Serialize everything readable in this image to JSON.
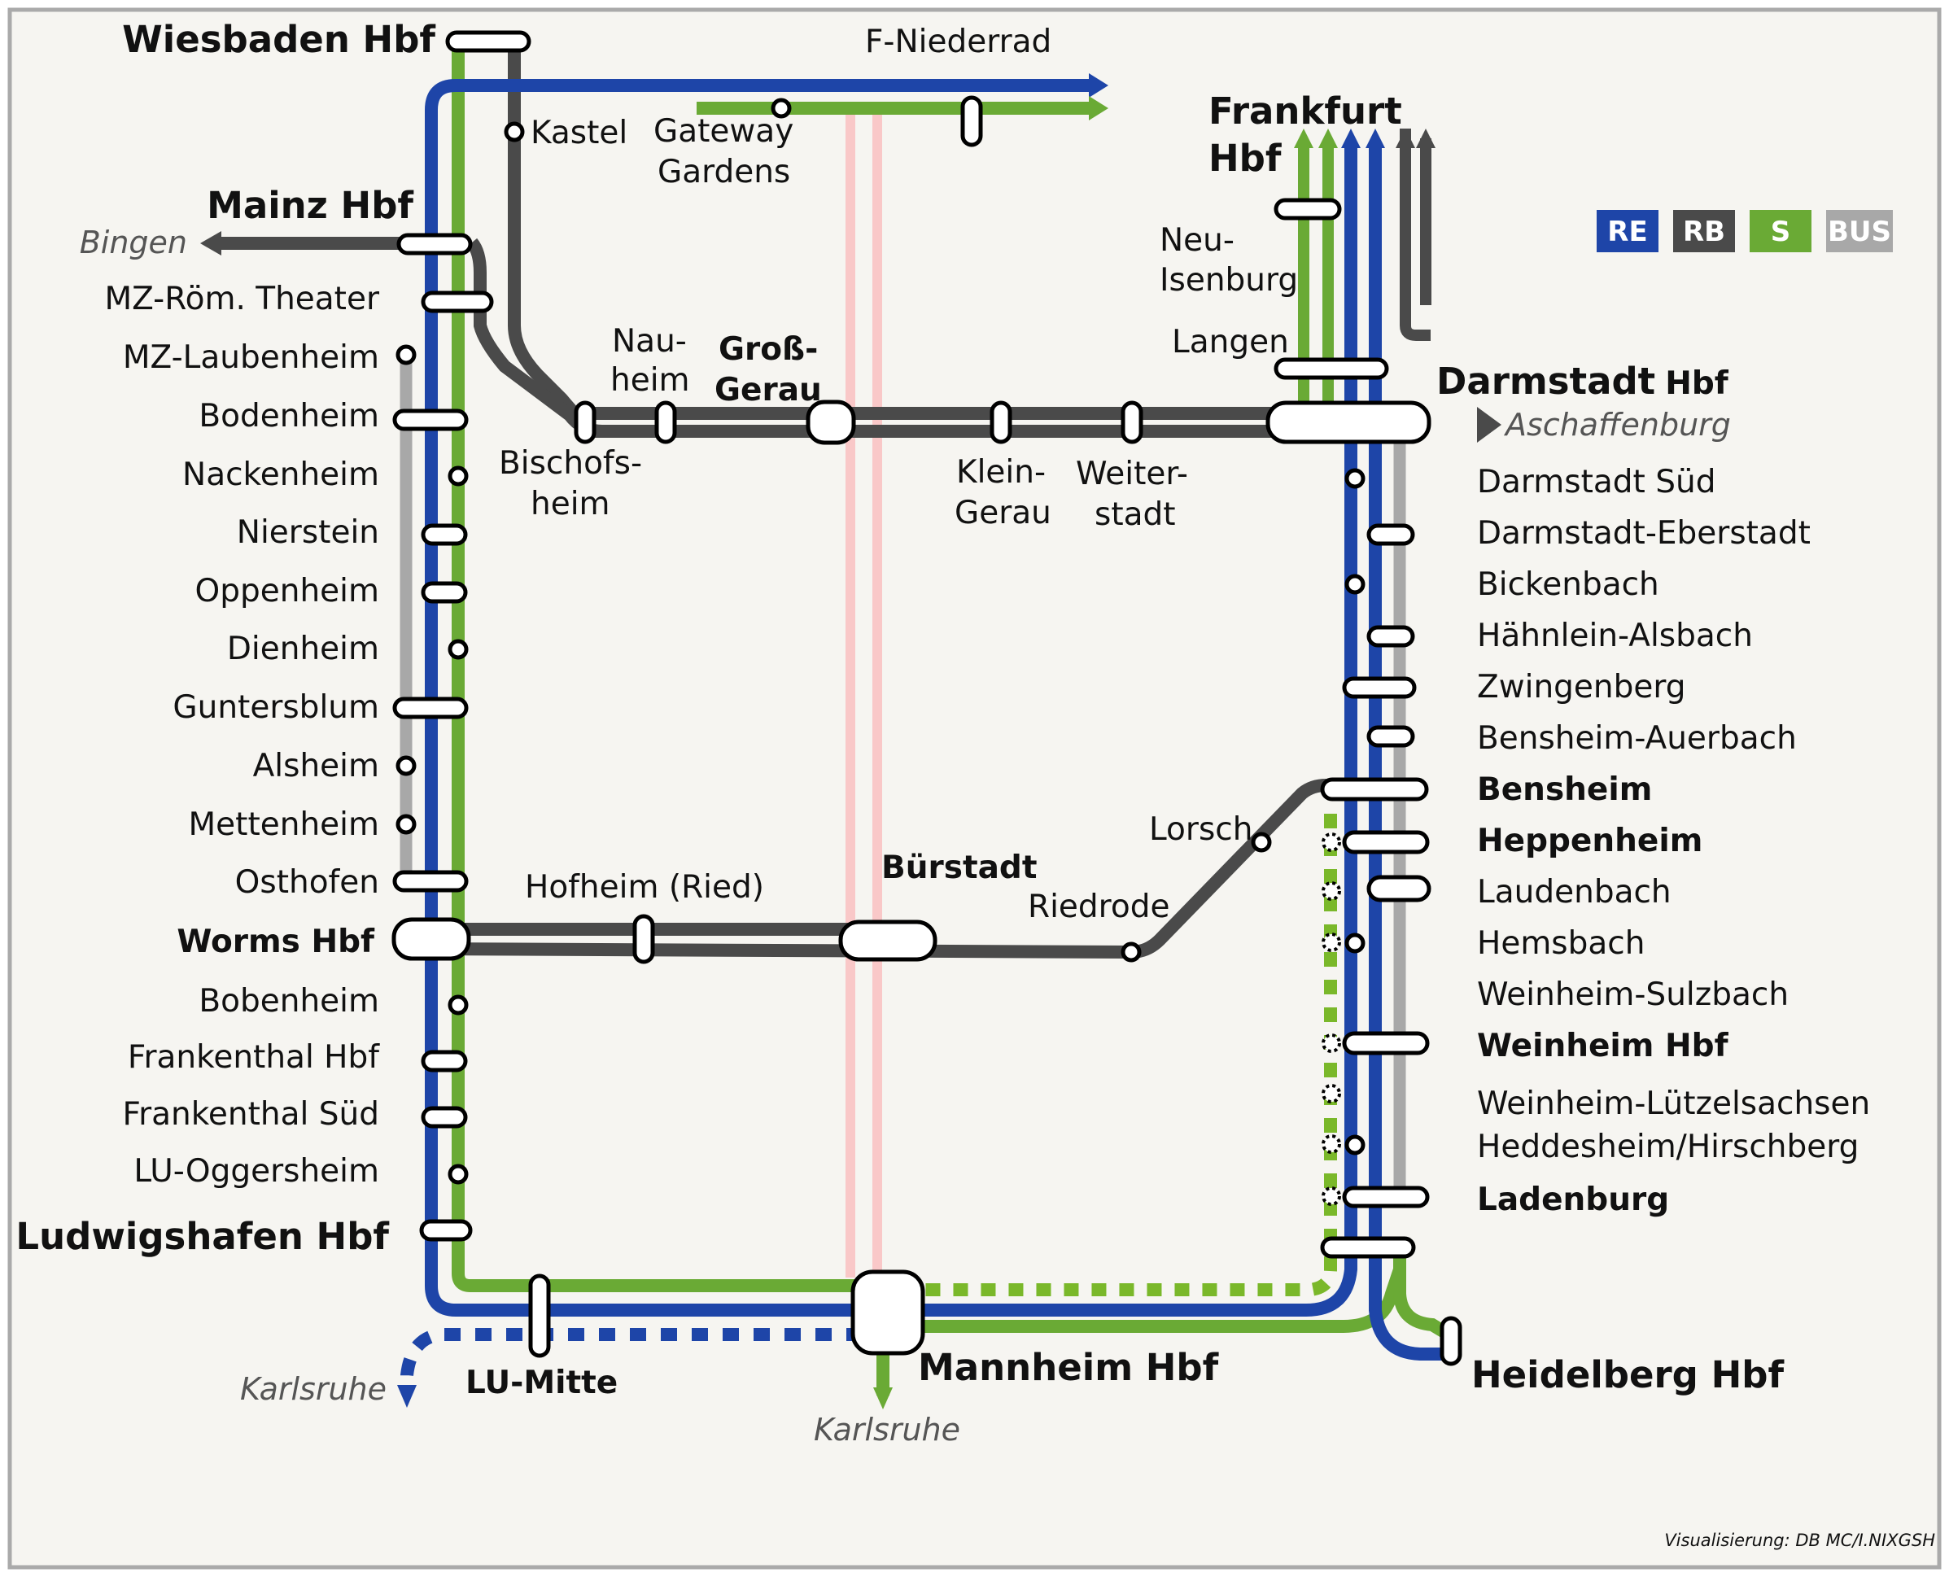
{
  "legend": [
    {
      "label": "RE",
      "color": "#1e45a8"
    },
    {
      "label": "RB",
      "color": "#4a4a4a"
    },
    {
      "label": "S",
      "color": "#6aaa35"
    },
    {
      "label": "BUS",
      "color": "#a8a8a8"
    }
  ],
  "colors": {
    "re": "#1e45a8",
    "rb": "#4a4a4a",
    "s": "#6aaa35",
    "bus": "#a8a8a8",
    "highspeed": "#f9c8c8",
    "background": "#f6f5f1"
  },
  "hubs": {
    "wiesbaden": "Wiesbaden Hbf",
    "mainz": "Mainz Hbf",
    "frankfurt_1": "Frankfurt",
    "frankfurt_2": "Hbf",
    "darmstadt_1": "Darmstadt",
    "darmstadt_2": "Hbf",
    "gross_gerau_1": "Groß-",
    "gross_gerau_2": "Gerau",
    "worms": "Worms Hbf",
    "buerstadt": "Bürstadt",
    "ludwigshafen": "Ludwigshafen Hbf",
    "mannheim": "Mannheim Hbf",
    "heidelberg": "Heidelberg Hbf",
    "lu_mitte": "LU-Mitte"
  },
  "destinations": {
    "bingen": "Bingen",
    "aschaffenburg": "Aschaffenburg",
    "karlsruhe_west": "Karlsruhe",
    "karlsruhe_south": "Karlsruhe"
  },
  "stations": {
    "f_niederrad": "F-Niederrad",
    "kastel": "Kastel",
    "gateway_1": "Gateway",
    "gateway_2": "Gardens",
    "neu_isenburg_1": "Neu-",
    "neu_isenburg_2": "Isenburg",
    "langen": "Langen",
    "nauheim_1": "Nau-",
    "nauheim_2": "heim",
    "bischofsheim_1": "Bischofs-",
    "bischofsheim_2": "heim",
    "klein_gerau_1": "Klein-",
    "klein_gerau_2": "Gerau",
    "weiterstadt_1": "Weiter-",
    "weiterstadt_2": "stadt",
    "hofheim": "Hofheim (Ried)",
    "lorsch": "Lorsch",
    "riedrode": "Riedrode"
  },
  "left_stations": [
    "MZ-Röm. Theater",
    "MZ-Laubenheim",
    "Bodenheim",
    "Nackenheim",
    "Nierstein",
    "Oppenheim",
    "Dienheim",
    "Guntersblum",
    "Alsheim",
    "Mettenheim",
    "Osthofen",
    "Bobenheim",
    "Frankenthal Hbf",
    "Frankenthal Süd",
    "LU-Oggersheim"
  ],
  "right_stations": [
    "Darmstadt Süd",
    "Darmstadt-Eberstadt",
    "Bickenbach",
    "Hähnlein-Alsbach",
    "Zwingenberg",
    "Bensheim-Auerbach",
    "Bensheim",
    "Heppenheim",
    "Laudenbach",
    "Hemsbach",
    "Weinheim-Sulzbach",
    "Weinheim Hbf",
    "Weinheim-Lützelsachsen",
    "Heddesheim/Hirschberg",
    "Ladenburg"
  ],
  "credit": "Visualisierung: DB MC/I.NIXGSH"
}
